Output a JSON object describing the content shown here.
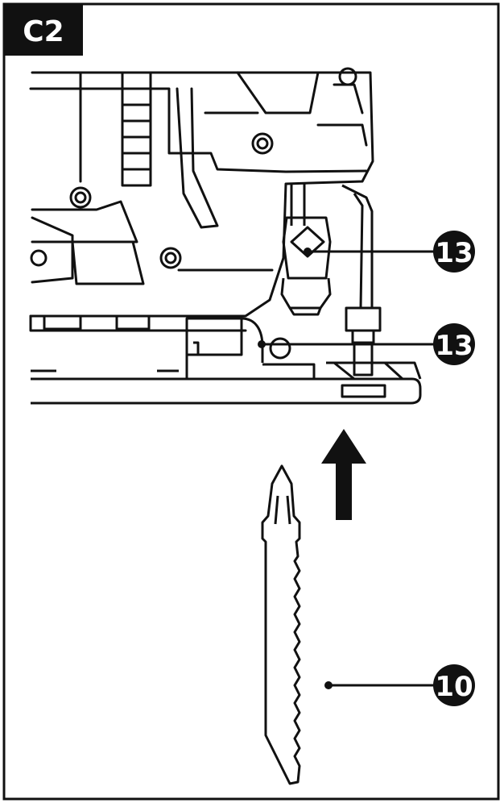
{
  "figure_label": "C2",
  "callouts": [
    {
      "id": "blade-clamp-upper",
      "number": "13"
    },
    {
      "id": "blade-clamp-lower",
      "number": "13"
    },
    {
      "id": "saw-blade",
      "number": "10"
    }
  ],
  "colors": {
    "ink": "#111111",
    "background": "#ffffff",
    "label_fill": "#111111",
    "label_text": "#ffffff"
  }
}
